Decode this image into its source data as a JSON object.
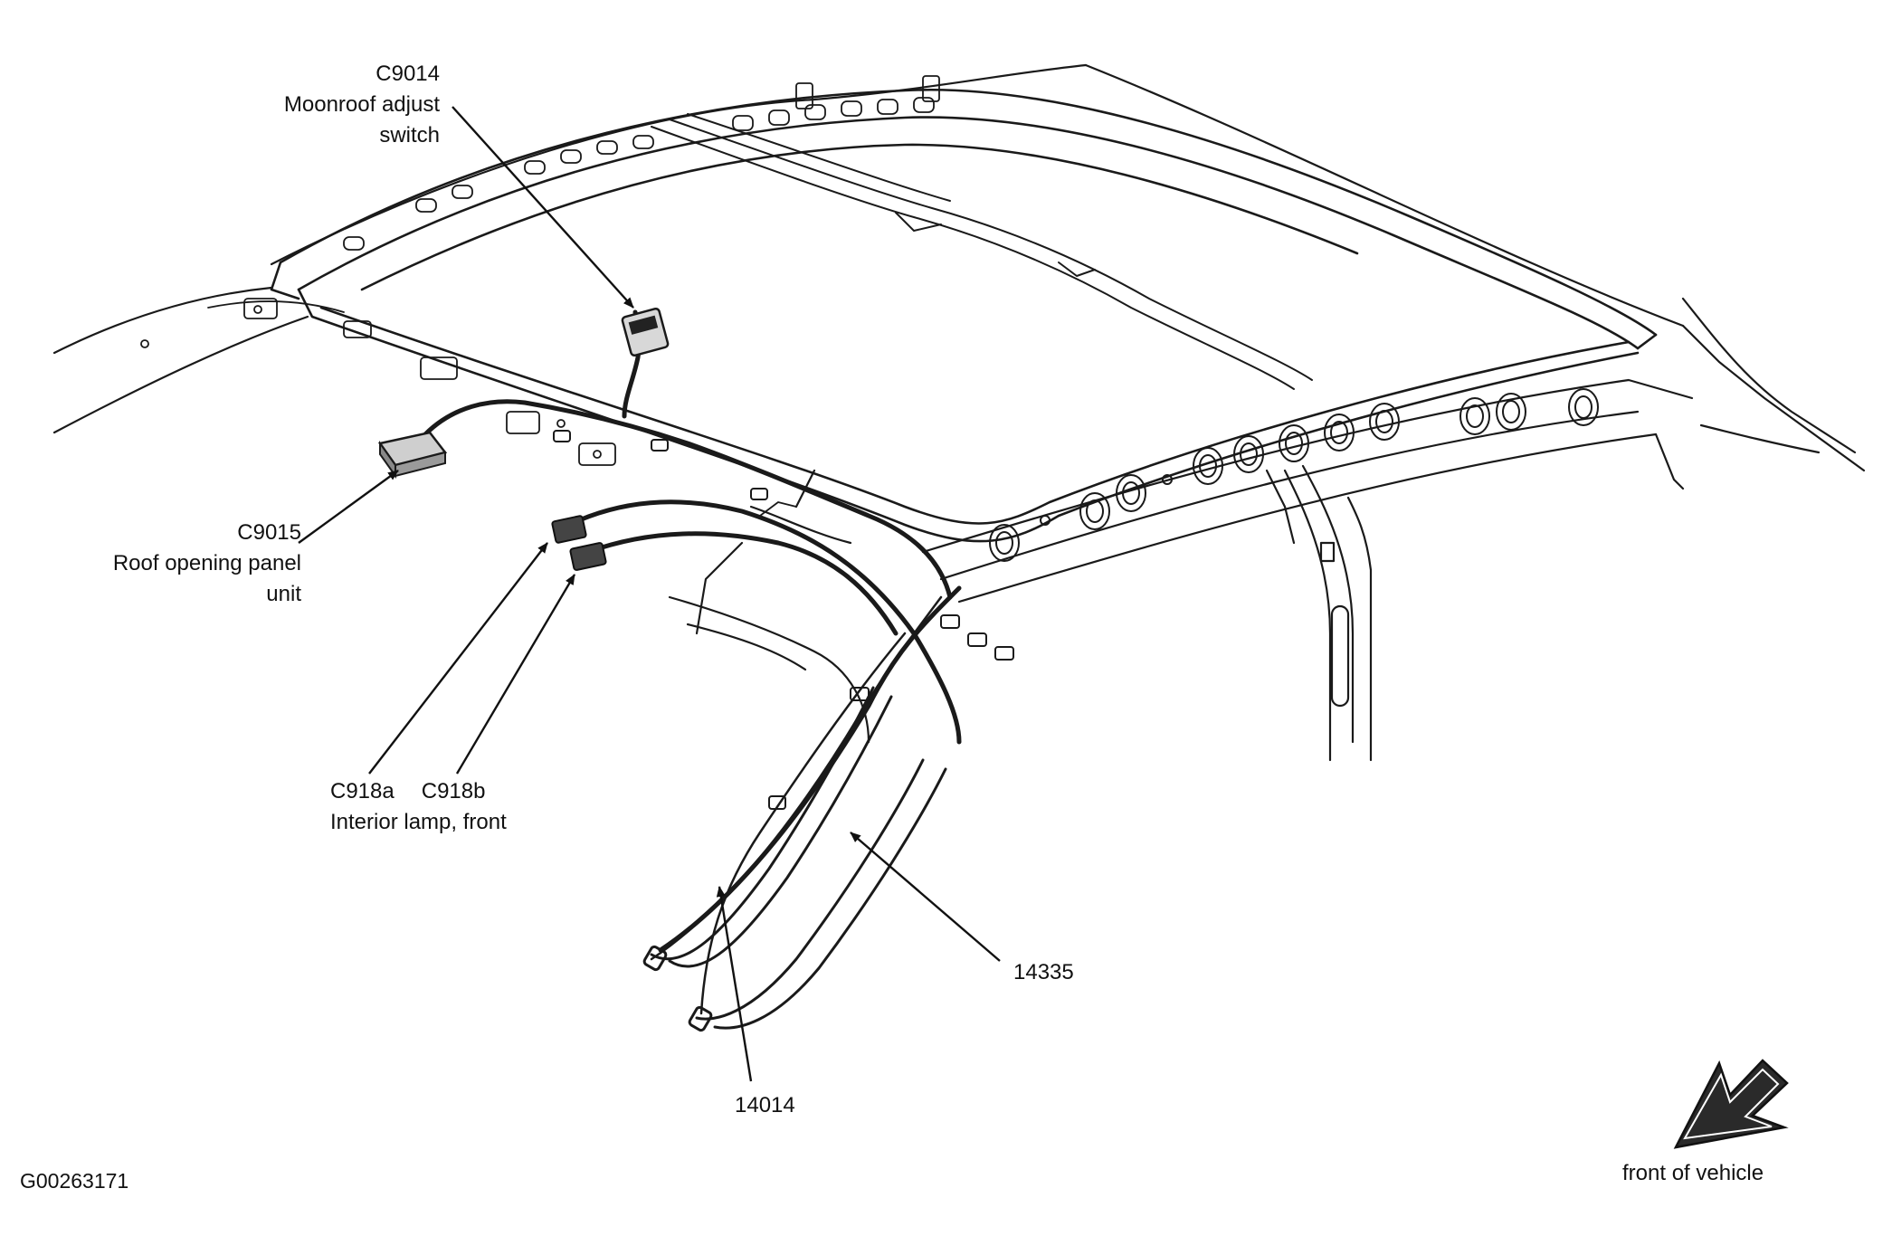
{
  "callouts": {
    "c9014": {
      "id": "C9014",
      "desc_1": "Moonroof adjust",
      "desc_2": "switch"
    },
    "c9015": {
      "id": "C9015",
      "desc_1": "Roof opening panel",
      "desc_2": "unit"
    },
    "c918": {
      "id_a": "C918a",
      "id_b": "C918b",
      "desc": "Interior lamp, front"
    },
    "p14335": {
      "id": "14335"
    },
    "p14014": {
      "id": "14014"
    }
  },
  "direction": {
    "label": "front of vehicle"
  },
  "figure_code": "G00263171"
}
